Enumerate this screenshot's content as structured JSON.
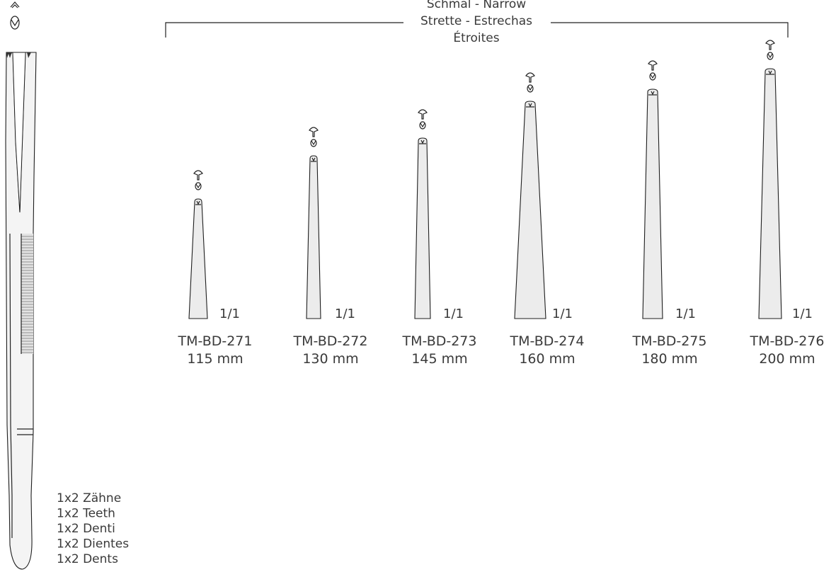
{
  "header": {
    "line1": "Schmal - Narrow",
    "line2": "Strette - Estrechas",
    "line3": "Étroites"
  },
  "models": [
    {
      "code": "TM-BD-271",
      "length": "115 mm",
      "scale": "1/1"
    },
    {
      "code": "TM-BD-272",
      "length": "130 mm",
      "scale": "1/1"
    },
    {
      "code": "TM-BD-273",
      "length": "145 mm",
      "scale": "1/1"
    },
    {
      "code": "TM-BD-274",
      "length": "160 mm",
      "scale": "1/1"
    },
    {
      "code": "TM-BD-275",
      "length": "180 mm",
      "scale": "1/1"
    },
    {
      "code": "TM-BD-276",
      "length": "200 mm",
      "scale": "1/1"
    }
  ],
  "teeth_labels": [
    "1x2 Zähne",
    "1x2 Teeth",
    "1x2 Denti",
    "1x2 Dientes",
    "1x2 Dents"
  ]
}
